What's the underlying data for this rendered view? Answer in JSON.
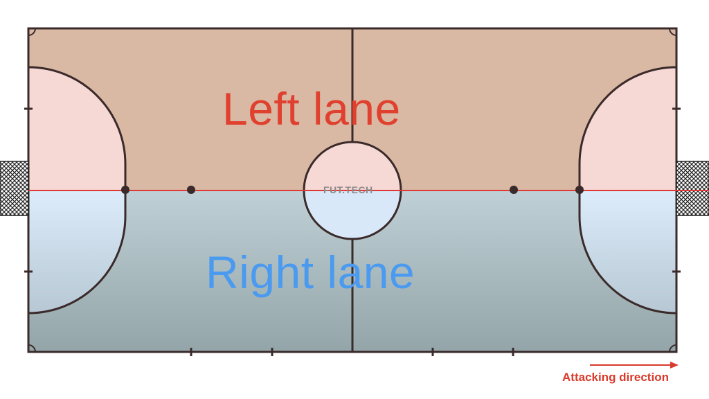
{
  "labels": {
    "left_lane": "Left lane",
    "right_lane": "Right lane",
    "watermark": "FUT.TECH",
    "attacking_direction": "Attacking direction"
  },
  "colors": {
    "left_lane_text": "#e0402e",
    "right_lane_text": "#4a9af0",
    "attacking_text": "#d93a2b",
    "divider_line": "#e03a36",
    "lines": "#3a2a2a",
    "top_half_fill": "#d9b8a4",
    "bottom_half_fill_top": "#bfd0d6",
    "bottom_half_fill_bottom": "#94a5a9",
    "top_circle_fill": "#f6d8d4",
    "bottom_circle_fill": "#d8e8f8"
  }
}
